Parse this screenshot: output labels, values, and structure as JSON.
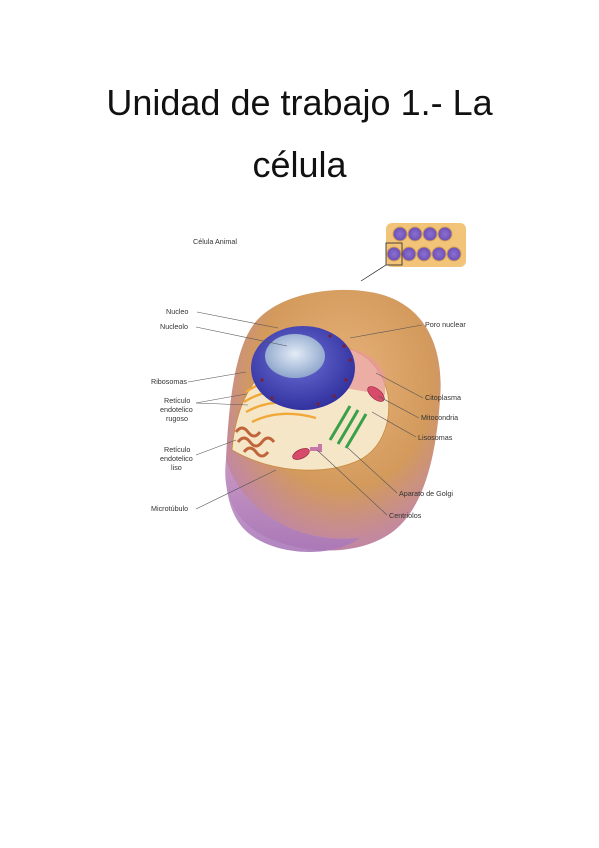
{
  "title": {
    "line1": "Unidad de trabajo 1.- La",
    "line2": "célula"
  },
  "diagram": {
    "caption": "Célula Animal",
    "labels": {
      "nucleo": "Nucleo",
      "nucleolo": "Nucleolo",
      "ribosomas": "Ribosomas",
      "reticulo_rugoso_1": "Retículo",
      "reticulo_rugoso_2": "endotelico",
      "reticulo_rugoso_3": "rugoso",
      "reticulo_liso_1": "Retículo",
      "reticulo_liso_2": "endotelico",
      "reticulo_liso_3": "liso",
      "microtubulo": "Microtúbulo",
      "poro_nuclear": "Poro nuclear",
      "citoplasma": "Citoplasma",
      "mitocondria": "Mitocondria",
      "lisosomas": "Lisosomas",
      "aparato_golgi": "Aparato de Golgi",
      "centriolos": "Centriolos"
    },
    "colors": {
      "cell_outer": "#d8a46a",
      "cell_lower": "#b98ac0",
      "nucleus": "#4a4ab8",
      "nucleolus": "#a9c0e0",
      "er": "#f0a838",
      "smooth_er": "#c86a3c",
      "golgi": "#3aa04a",
      "mitochondria": "#d84a6a"
    }
  }
}
